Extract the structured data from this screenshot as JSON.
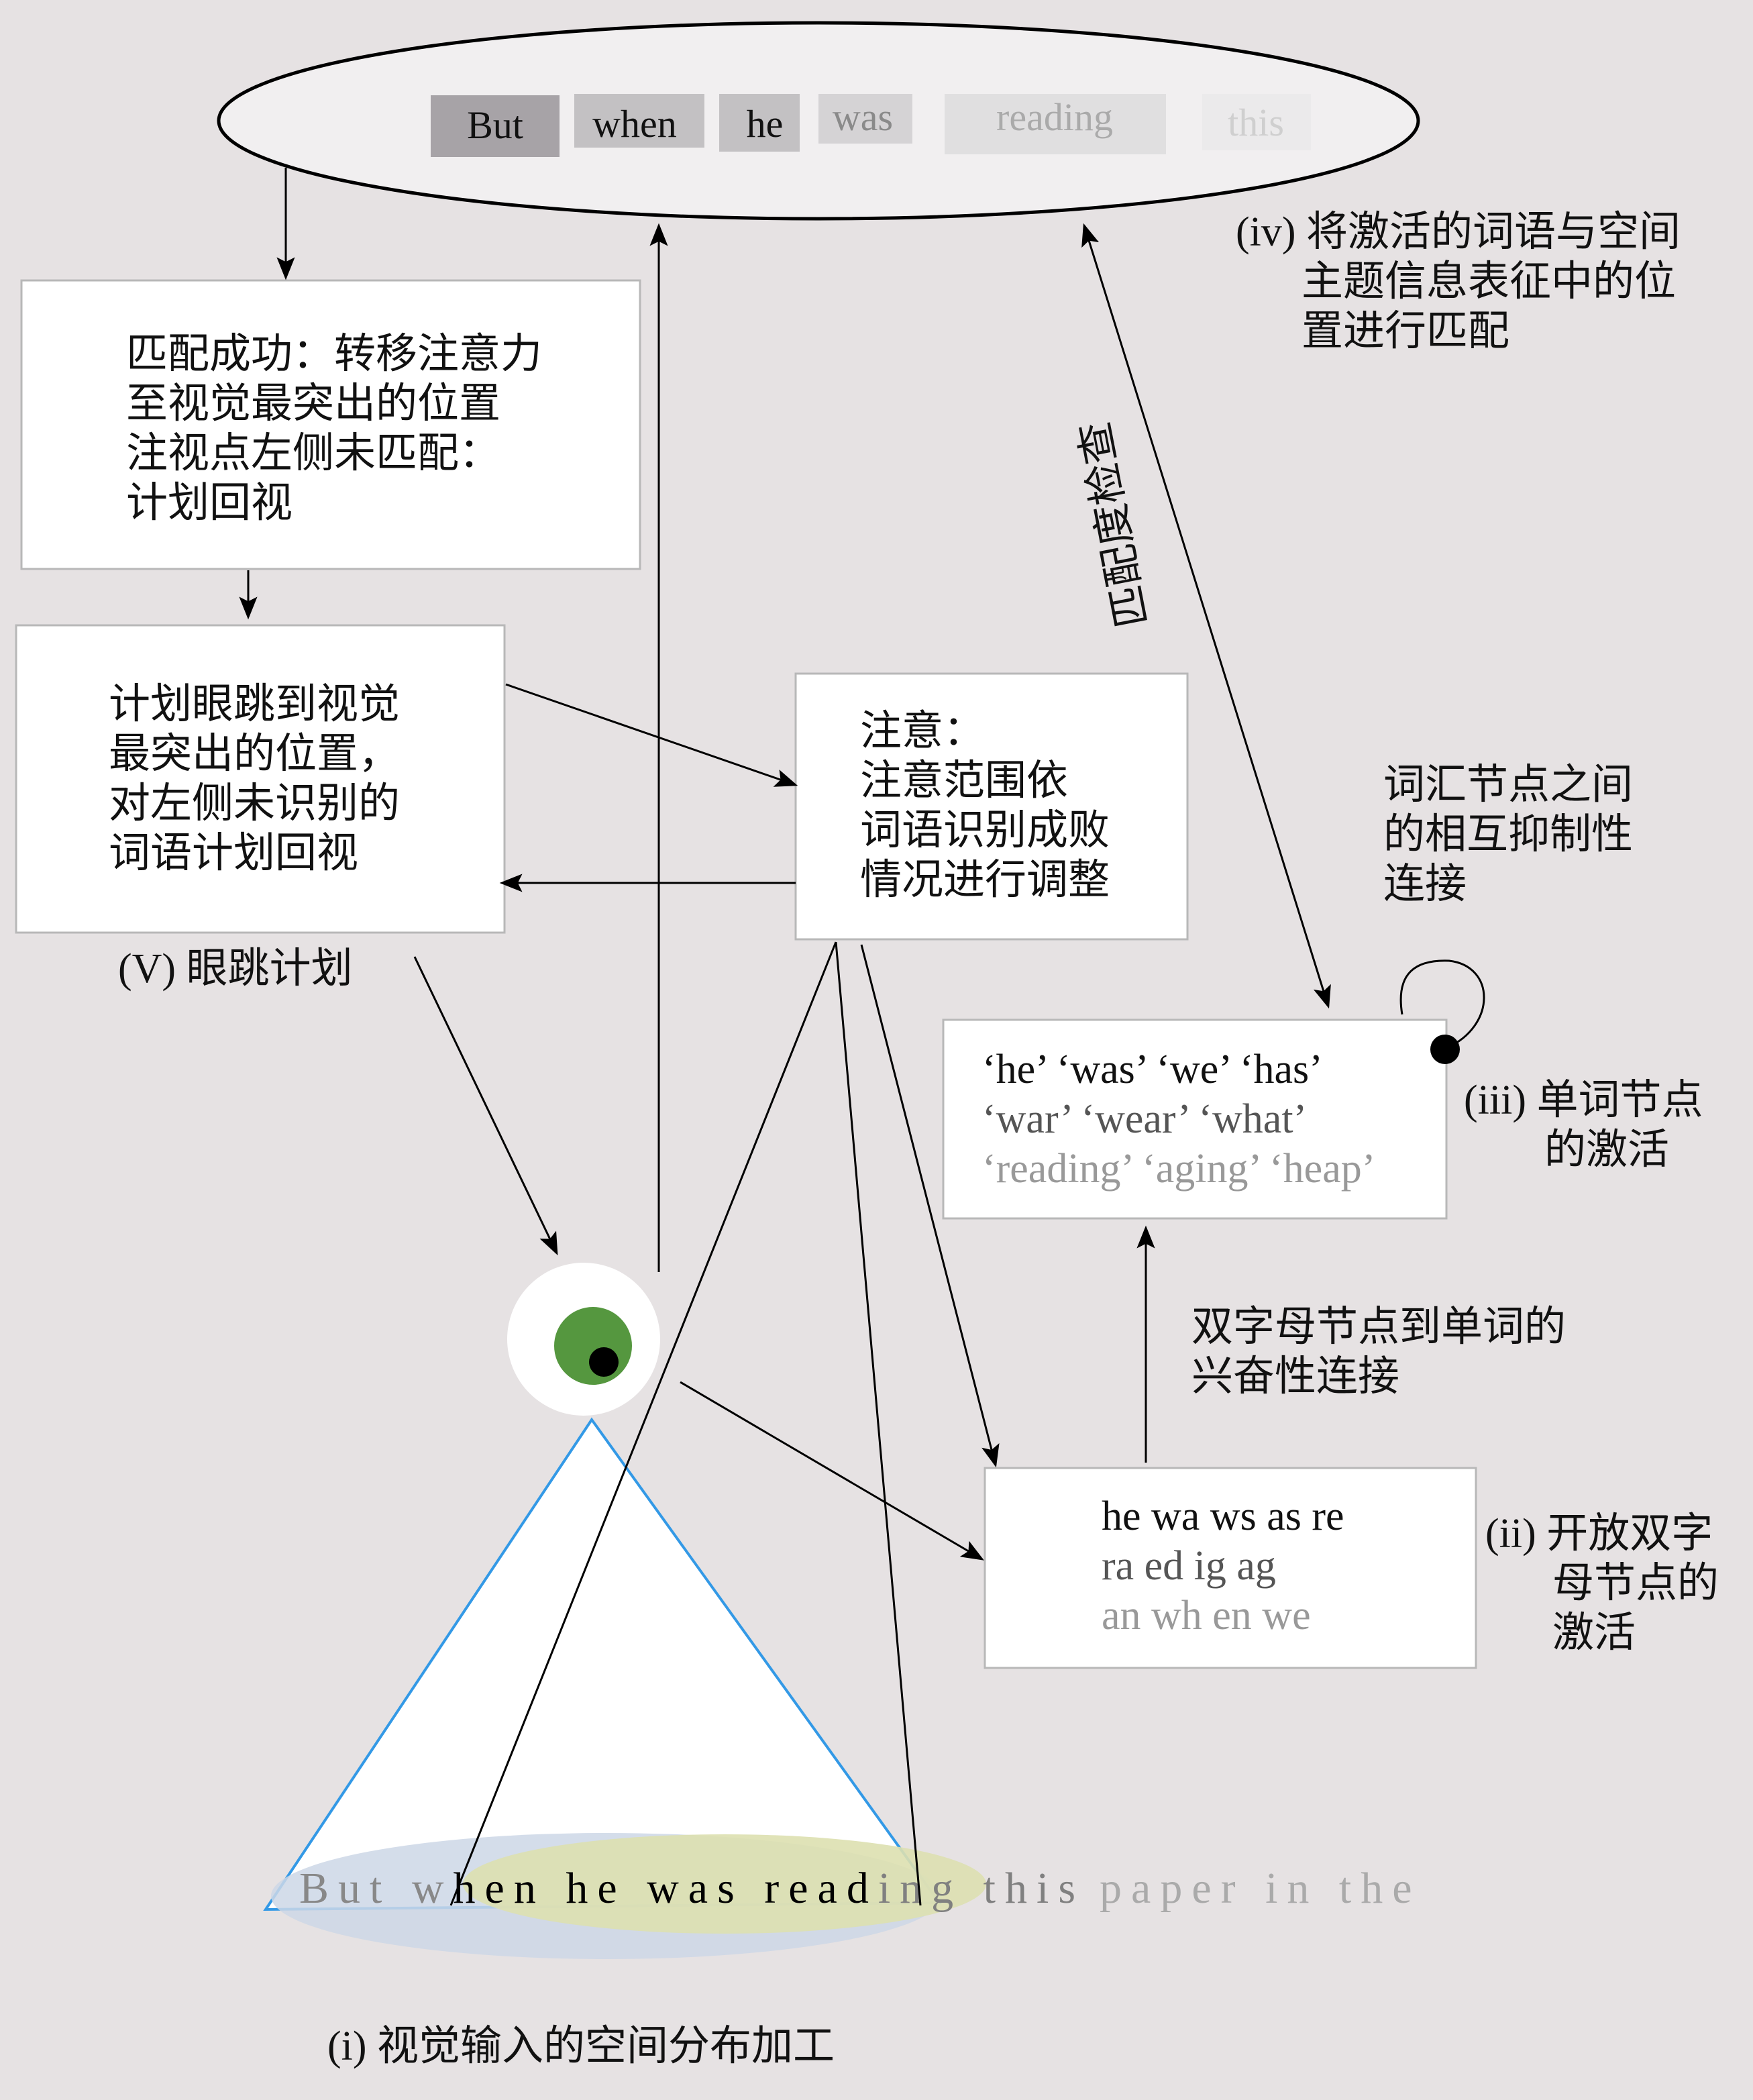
{
  "top_words": [
    {
      "text": "But",
      "fill": "#a7a3a7",
      "color": "#000000"
    },
    {
      "text": "when",
      "fill": "#c3c1c3",
      "color": "#000000"
    },
    {
      "text": "he",
      "fill": "#c3c1c3",
      "color": "#000000"
    },
    {
      "text": "was",
      "fill": "#d5d3d5",
      "color": "#8a8a8a"
    },
    {
      "text": "reading",
      "fill": "#e0dfe0",
      "color": "#aaaaaa"
    },
    {
      "text": "this",
      "fill": "#ebeaeb",
      "color": "#cfcfcf"
    }
  ],
  "match_box": {
    "lines": [
      "匹配成功：转移注意力",
      "至视觉最突出的位置",
      "注视点左侧未匹配：",
      "计划回视"
    ]
  },
  "saccade_box": {
    "lines": [
      "计划眼跳到视觉",
      "最突出的位置，",
      "对左侧未识别的",
      "词语计划回视"
    ]
  },
  "saccade_label": "(V) 眼跳计划",
  "attention_box": {
    "lines": [
      "注意：",
      "注意范围依",
      "词语识别成败",
      "情况进行调整"
    ]
  },
  "match_label": {
    "lines": [
      "(iv) 将激活的词语与空间",
      "主题信息表征中的位",
      "置进行匹配"
    ]
  },
  "match_check_label": "匹配度检查",
  "inhibition_label": {
    "lines": [
      "词汇节点之间",
      "的相互抑制性",
      "连接"
    ]
  },
  "word_box": {
    "lines": [
      "‘he’ ‘was’ ‘we’ ‘has’",
      "‘war’ ‘wear’ ‘what’",
      "‘reading’ ‘aging’ ‘heap’"
    ]
  },
  "word_label": {
    "lines": [
      "(iii) 单词节点",
      "的激活"
    ]
  },
  "excite_label": {
    "lines": [
      "双字母节点到单词的",
      "兴奋性连接"
    ]
  },
  "bigram_box": {
    "lines": [
      "he wa ws as re",
      "ra ed ig ag",
      "an wh en we"
    ]
  },
  "bigram_label": {
    "lines": [
      "(ii) 开放双字",
      "母节点的",
      "激活"
    ]
  },
  "sentence": {
    "parts": [
      "But w",
      "hen he was read",
      "ing this",
      "paper in the"
    ]
  },
  "visual_label": "(i) 视觉输入的空间分布加工",
  "colors": {
    "background": "#e6e2e3",
    "iris": "#55973f",
    "cone": "#3399e6",
    "focus": "#dde0b0",
    "field": "#cdd7e6"
  }
}
